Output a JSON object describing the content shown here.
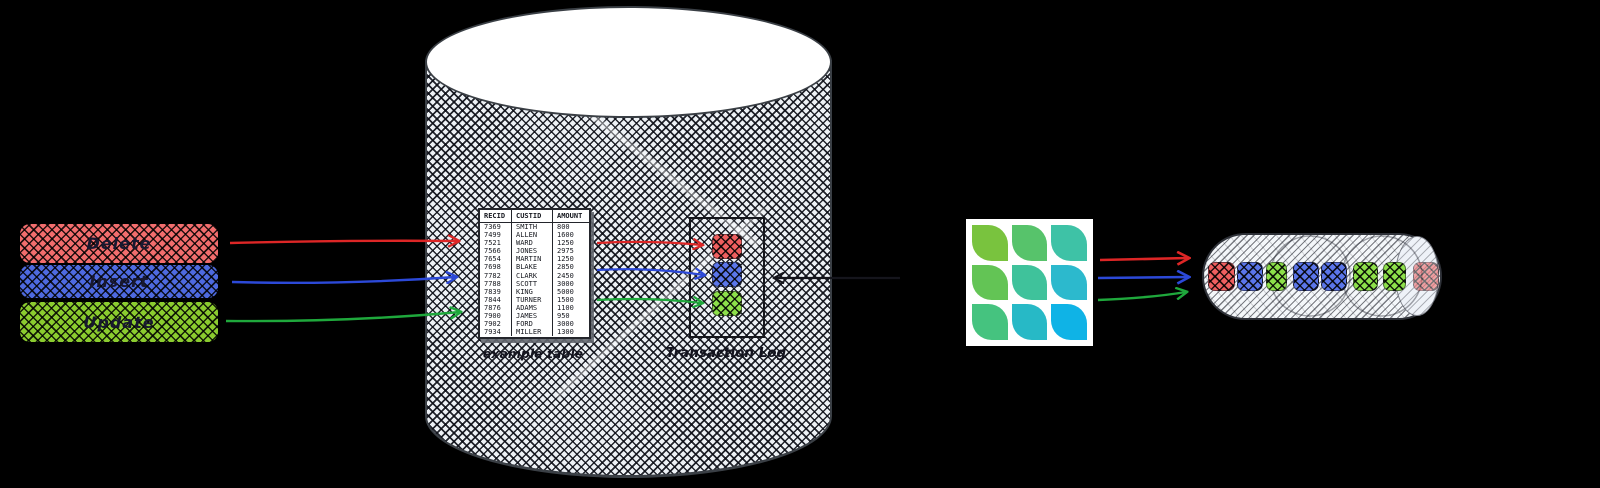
{
  "colors": {
    "background": "#000000",
    "arrow_red": "#dd2626",
    "arrow_blue": "#2c49d8",
    "arrow_green": "#1fa83c",
    "arrow_black": "#15151c",
    "box_red": "#f26d6d",
    "box_blue": "#4e6ae0",
    "box_green": "#8bcc2f",
    "event_red": "#ef5f5f",
    "event_blue": "#5b76ea",
    "event_green": "#8de04a",
    "ink": "#14141f"
  },
  "operations": [
    {
      "label": "Delete",
      "color": "#f26d6d"
    },
    {
      "label": "Insert",
      "color": "#4e6ae0"
    },
    {
      "label": "Update",
      "color": "#8bcc2f"
    }
  ],
  "database": {
    "table": {
      "caption": "example table",
      "columns": [
        "RECID",
        "CUSTID",
        "AMOUNT"
      ],
      "rows": [
        [
          "7369",
          "SMITH",
          "800"
        ],
        [
          "7499",
          "ALLEN",
          "1600"
        ],
        [
          "7521",
          "WARD",
          "1250"
        ],
        [
          "7566",
          "JONES",
          "2975"
        ],
        [
          "7654",
          "MARTIN",
          "1250"
        ],
        [
          "7698",
          "BLAKE",
          "2850"
        ],
        [
          "7782",
          "CLARK",
          "2450"
        ],
        [
          "7788",
          "SCOTT",
          "3000"
        ],
        [
          "7839",
          "KING",
          "5000"
        ],
        [
          "7844",
          "TURNER",
          "1500"
        ],
        [
          "7876",
          "ADAMS",
          "1100"
        ],
        [
          "7900",
          "JAMES",
          "950"
        ],
        [
          "7902",
          "FORD",
          "3000"
        ],
        [
          "7934",
          "MILLER",
          "1300"
        ]
      ]
    },
    "transaction_log": {
      "caption": "Transaction Log",
      "entries": [
        {
          "name": "delete-entry",
          "color": "#ef5f5f"
        },
        {
          "name": "insert-entry",
          "color": "#5b76ea"
        },
        {
          "name": "update-entry",
          "color": "#8de04a"
        }
      ]
    }
  },
  "connector_logo": {
    "name": "debezium-logo",
    "tile_colors": [
      "#79c33e",
      "#57c36b",
      "#3ec2a6",
      "#63c455",
      "#3fc29b",
      "#2cb9cd",
      "#45c37f",
      "#27b9c6",
      "#0fb3e6"
    ]
  },
  "stream": {
    "segments": [
      {
        "color": "#ef5f5f"
      },
      {
        "color": "#5b76ea"
      },
      {
        "color": "#8de04a"
      },
      {
        "color": "#5b76ea"
      },
      {
        "color": "#5b76ea"
      },
      {
        "color": "#8de04a"
      },
      {
        "color": "#8de04a"
      },
      {
        "color": "#ef5f5f"
      }
    ]
  }
}
